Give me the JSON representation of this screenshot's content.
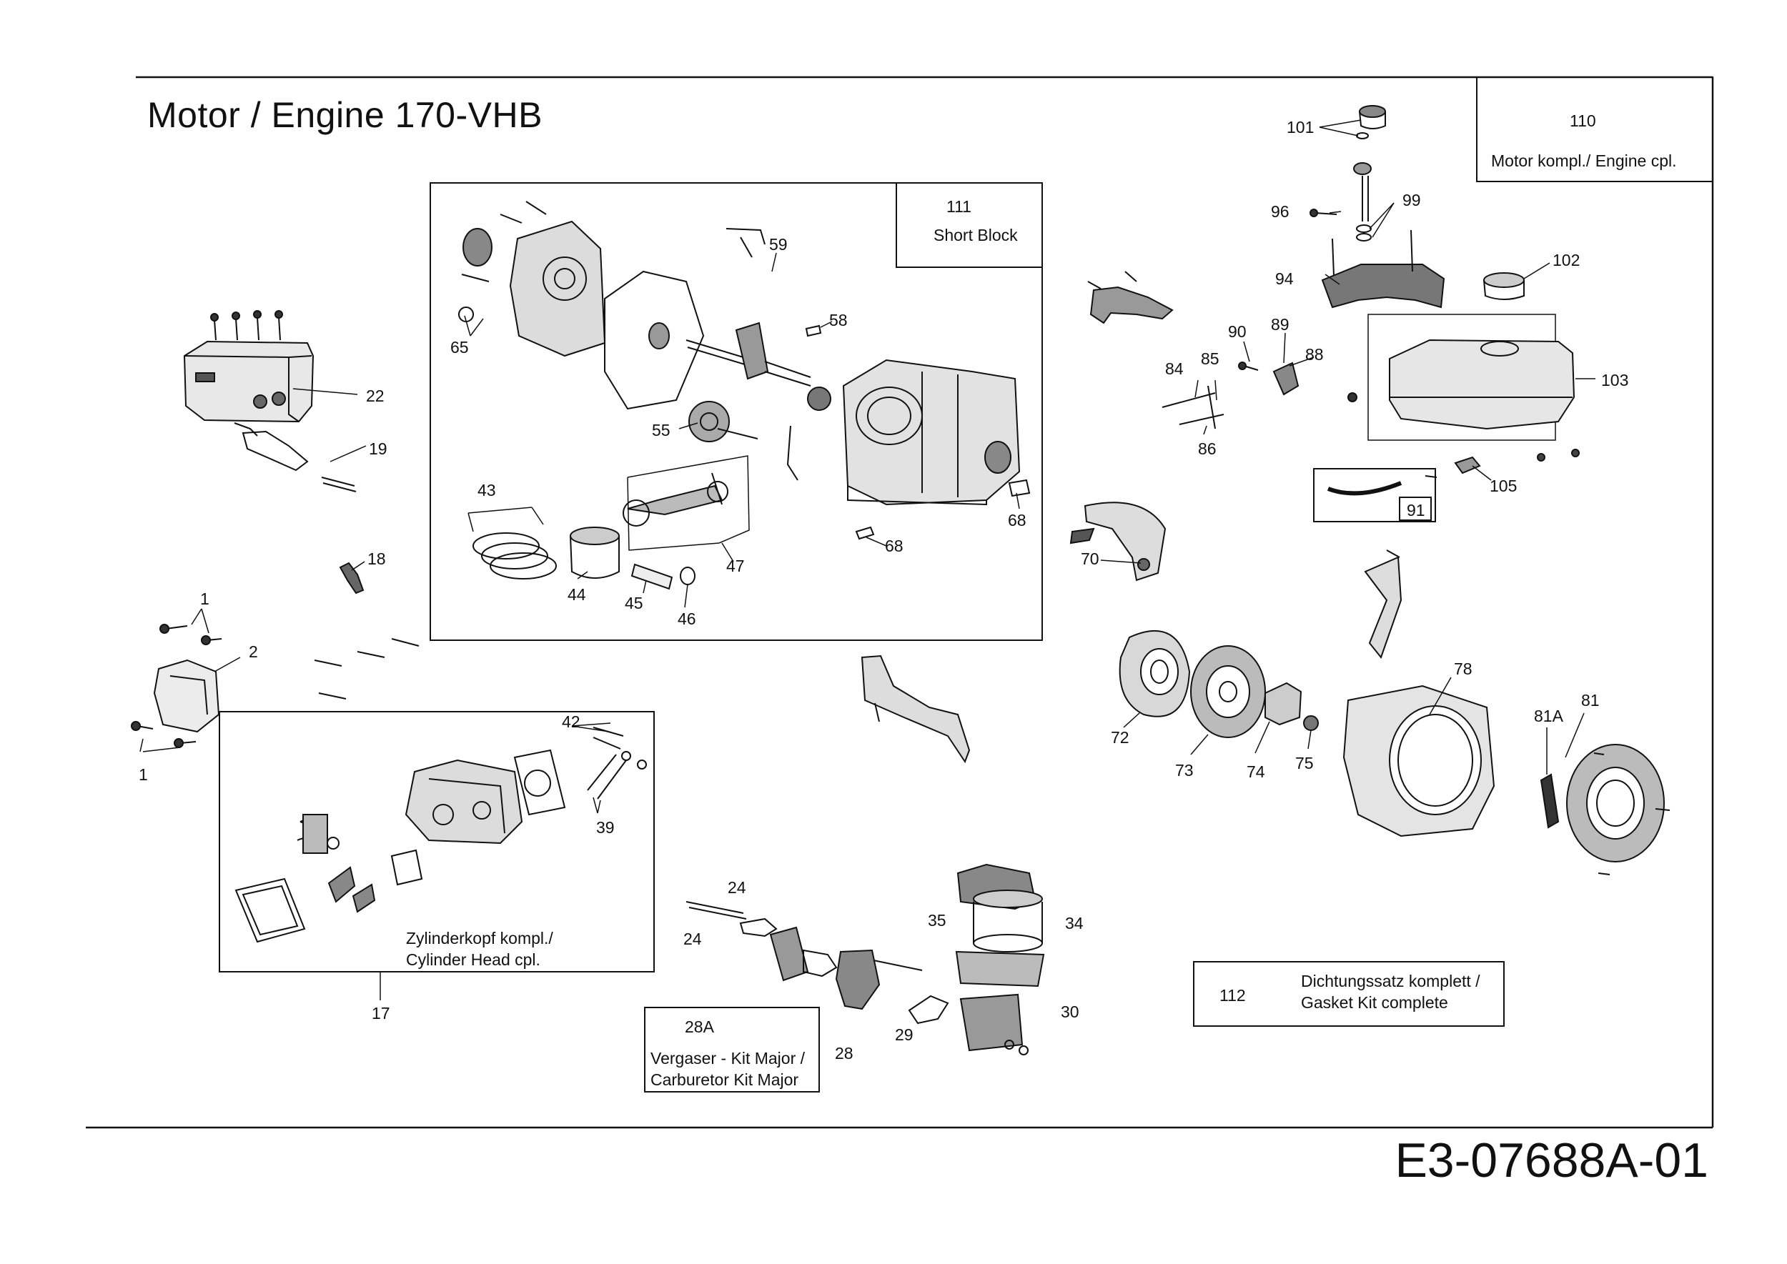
{
  "title": "Motor / Engine 170-VHB",
  "document_number": "E3-07688A-01",
  "kits": {
    "engine_complete": {
      "number": "110",
      "label": "Motor kompl./ Engine cpl."
    },
    "short_block": {
      "number": "111",
      "label": "Short Block"
    },
    "gasket_kit": {
      "number": "112",
      "label_line1": "Dichtungssatz komplett /",
      "label_line2": "Gasket Kit complete"
    },
    "carburetor_kit": {
      "number": "28A",
      "label_line1": "Vergaser - Kit Major /",
      "label_line2": "Carburetor Kit Major"
    },
    "cylinder_head": {
      "label_line1": "Zylinderkopf kompl./",
      "label_line2": "Cylinder Head cpl."
    }
  },
  "callouts": {
    "c1a": "1",
    "c1b": "1",
    "c2": "2",
    "c17": "17",
    "c18": "18",
    "c19": "19",
    "c22": "22",
    "c24a": "24",
    "c24b": "24",
    "c28": "28",
    "c29": "29",
    "c30": "30",
    "c34": "34",
    "c35": "35",
    "c39": "39",
    "c42": "42",
    "c43": "43",
    "c44": "44",
    "c45": "45",
    "c46": "46",
    "c47": "47",
    "c55": "55",
    "c58": "58",
    "c59": "59",
    "c65": "65",
    "c68a": "68",
    "c68b": "68",
    "c70": "70",
    "c72": "72",
    "c73": "73",
    "c74": "74",
    "c75": "75",
    "c78": "78",
    "c81": "81",
    "c81a": "81A",
    "c84": "84",
    "c85": "85",
    "c86": "86",
    "c88": "88",
    "c89": "89",
    "c90": "90",
    "c91": "91",
    "c94": "94",
    "c96": "96",
    "c99": "99",
    "c101": "101",
    "c102": "102",
    "c103": "103",
    "c105": "105"
  }
}
